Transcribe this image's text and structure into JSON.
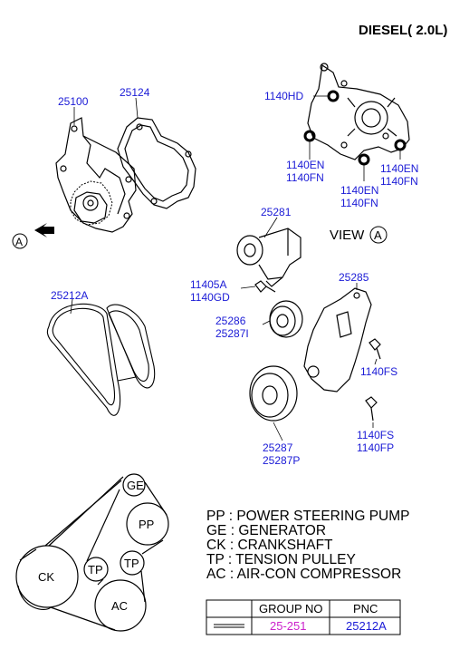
{
  "header": {
    "title": "DIESEL( 2.0L)"
  },
  "view_label": "VIEW",
  "view_marker": "A",
  "parts": {
    "p25100": "25100",
    "p25124": "25124",
    "p1140HD": "1140HD",
    "p1140EN_a": "1140EN",
    "p1140FN_a": "1140FN",
    "p1140EN_b": "1140EN",
    "p1140FN_b": "1140FN",
    "p1140EN_c": "1140EN",
    "p1140FN_c": "1140FN",
    "p25281": "25281",
    "p11405A": "11405A",
    "p1140GD": "1140GD",
    "p25285": "25285",
    "p25212A": "25212A",
    "p25286": "25286",
    "p25287I": "25287I",
    "p1140FS_a": "1140FS",
    "p25287": "25287",
    "p25287P": "25287P",
    "p1140FS_b": "1140FS",
    "p1140FP": "1140FP"
  },
  "belt_diagram": {
    "pulleys": {
      "ge": "GE",
      "pp": "PP",
      "ck": "CK",
      "tp1": "TP",
      "tp2": "TP",
      "ac": "AC"
    }
  },
  "legend": [
    "PP : POWER STEERING PUMP",
    "GE : GENERATOR",
    "CK : CRANKSHAFT",
    "TP : TENSION PULLEY",
    "AC : AIR-CON COMPRESSOR"
  ],
  "table": {
    "headers": [
      "GROUP NO",
      "PNC"
    ],
    "group_no": "25-251",
    "pnc": "25212A"
  },
  "colors": {
    "part_number": "#1a1ad6",
    "group_no": "#cc22cc"
  }
}
